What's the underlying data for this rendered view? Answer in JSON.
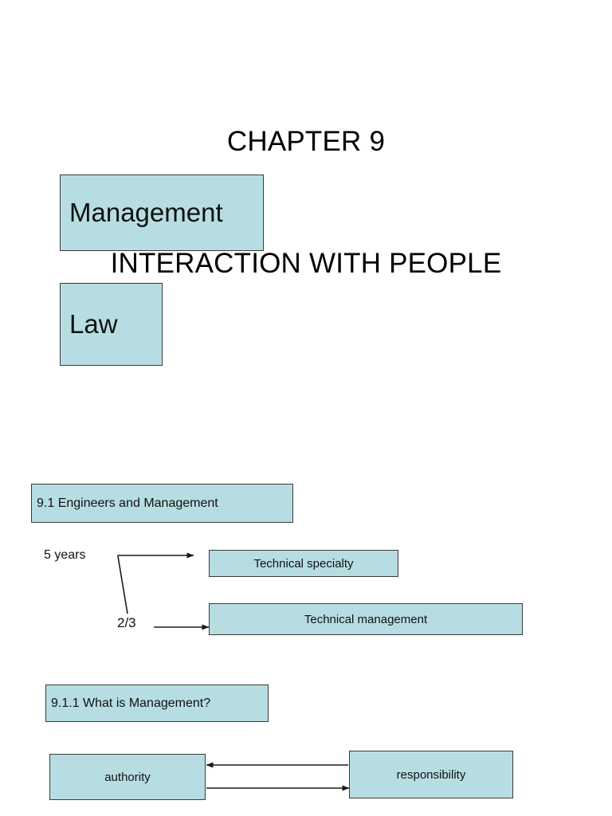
{
  "slide": {
    "title_line_1": "CHAPTER 9",
    "title_line_2": "INTERACTION WITH PEOPLE",
    "background_color": "#ffffff",
    "box_fill_color": "#b6dee2",
    "box_border_color": "#3a3a3a",
    "text_color": "#000000"
  },
  "topic_boxes": [
    {
      "id": "management",
      "label": "Management"
    },
    {
      "id": "law",
      "label": "Law"
    }
  ],
  "sections": [
    {
      "id": "section-91",
      "label": "9.1 Engineers and Management"
    },
    {
      "id": "section-911",
      "label": "9.1.1 What is Management?"
    }
  ],
  "career_diagram": {
    "branch_labels": [
      {
        "id": "five-years",
        "label": "5 years"
      },
      {
        "id": "two-thirds",
        "label": "2/3"
      }
    ],
    "targets": [
      {
        "id": "technical-specialty",
        "label": "Technical specialty"
      },
      {
        "id": "technical-management",
        "label": "Technical management"
      }
    ]
  },
  "authority_diagram": {
    "left_box": "authority",
    "right_box": "responsibility",
    "arrows": [
      {
        "id": "arrow-to-authority",
        "direction": "left"
      },
      {
        "id": "arrow-to-responsibility",
        "direction": "right"
      }
    ]
  }
}
